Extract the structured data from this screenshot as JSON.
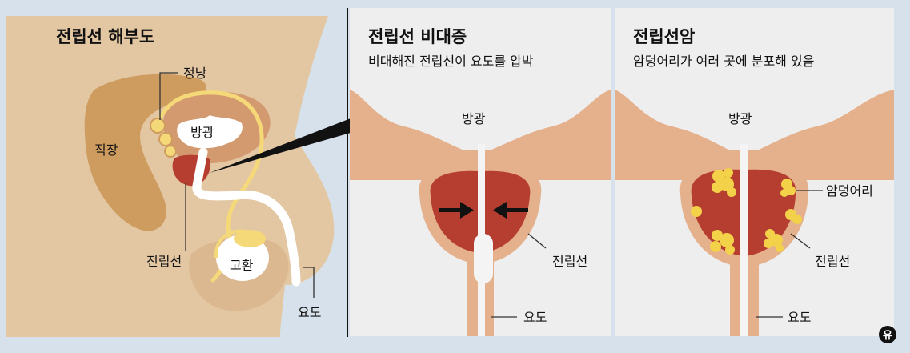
{
  "panel1": {
    "title": "전립선 해부도",
    "labels": {
      "seminal": "정낭",
      "rectum": "직장",
      "bladder": "방광",
      "prostate": "전립선",
      "testis": "고환",
      "urethra": "요도"
    }
  },
  "panel2": {
    "title": "전립선 비대증",
    "subtitle": "비대해진 전립선이 요도를 압박",
    "labels": {
      "bladder": "방광",
      "prostate": "전립선",
      "urethra": "요도"
    }
  },
  "panel3": {
    "title": "전립선암",
    "subtitle": "암덩어리가 여러 곳에 분포해 있음",
    "labels": {
      "bladder": "방광",
      "tumor": "암덩어리",
      "prostate": "전립선",
      "urethra": "요도"
    }
  },
  "logo_text": "유",
  "colors": {
    "background": "#d6e1eb",
    "skin": "#e3c7a3",
    "rectum": "#cf9c5f",
    "bladder_wall": "#e5b08c",
    "prostate": "#b63e30",
    "urethra_yellow": "#f5d979",
    "tumor": "#f3d24a"
  }
}
